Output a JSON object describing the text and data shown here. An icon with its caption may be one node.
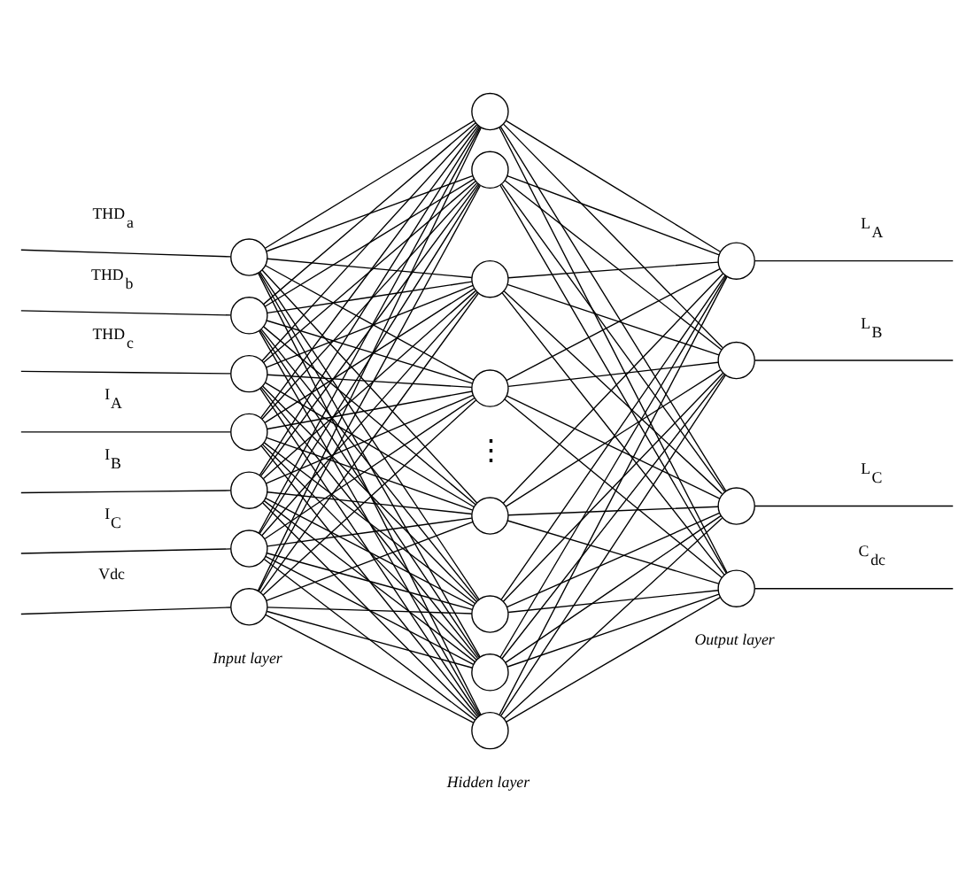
{
  "diagram": {
    "nodes": [
      {
        "text": [],
        "shape": "circle"
      },
      {
        "text": [],
        "shape": "circle"
      },
      {
        "text": [],
        "shape": "circle"
      },
      {
        "text": [],
        "shape": "circle"
      },
      {
        "text": [],
        "shape": "circle"
      },
      {
        "text": [],
        "shape": "circle"
      },
      {
        "text": [],
        "shape": "circle"
      },
      {
        "text": [],
        "shape": "circle"
      },
      {
        "text": [],
        "shape": "circle"
      },
      {
        "text": [],
        "shape": "circle"
      },
      {
        "text": [],
        "shape": "circle"
      },
      {
        "text": [],
        "shape": "circle"
      },
      {
        "text": [],
        "shape": "circle"
      },
      {
        "text": [],
        "shape": "circle"
      },
      {
        "text": [],
        "shape": "circle"
      },
      {
        "text": [],
        "shape": "circle"
      },
      {
        "text": [],
        "shape": "circle"
      },
      {
        "text": [],
        "shape": "circle"
      },
      {
        "text": [],
        "shape": "circle"
      }
    ],
    "edges": [
      {
        "from": null,
        "to": 0,
        "arrow": "none",
        "label": "THD$_{a}$"
      },
      {
        "from": null,
        "to": 1,
        "arrow": "none",
        "label": "THD$_{b}$"
      },
      {
        "from": null,
        "to": 2,
        "arrow": "none",
        "label": "THD$_{c}$"
      },
      {
        "from": null,
        "to": 3,
        "arrow": "none",
        "label": "I$_{A}$"
      },
      {
        "from": null,
        "to": 4,
        "arrow": "none",
        "label": "I$_{B}$"
      },
      {
        "from": null,
        "to": 5,
        "arrow": "none",
        "label": "I$_{C}$"
      },
      {
        "from": null,
        "to": 6,
        "arrow": "none",
        "label": "Vdc"
      },
      {
        "from": 0,
        "to": 7,
        "arrow": "none"
      },
      {
        "from": 0,
        "to": 8,
        "arrow": "none"
      },
      {
        "from": 0,
        "to": 9,
        "arrow": "none"
      },
      {
        "from": 0,
        "to": 10,
        "arrow": "none"
      },
      {
        "from": 0,
        "to": 11,
        "arrow": "none"
      },
      {
        "from": 0,
        "to": 12,
        "arrow": "none"
      },
      {
        "from": 0,
        "to": 13,
        "arrow": "none"
      },
      {
        "from": 0,
        "to": 14,
        "arrow": "none"
      },
      {
        "from": 1,
        "to": 7,
        "arrow": "none"
      },
      {
        "from": 1,
        "to": 8,
        "arrow": "none"
      },
      {
        "from": 1,
        "to": 9,
        "arrow": "none"
      },
      {
        "from": 1,
        "to": 10,
        "arrow": "none"
      },
      {
        "from": 1,
        "to": 11,
        "arrow": "none"
      },
      {
        "from": 1,
        "to": 12,
        "arrow": "none"
      },
      {
        "from": 1,
        "to": 13,
        "arrow": "none"
      },
      {
        "from": 1,
        "to": 14,
        "arrow": "none"
      },
      {
        "from": 2,
        "to": 7,
        "arrow": "none"
      },
      {
        "from": 2,
        "to": 8,
        "arrow": "none"
      },
      {
        "from": 2,
        "to": 9,
        "arrow": "none"
      },
      {
        "from": 2,
        "to": 10,
        "arrow": "none"
      },
      {
        "from": 2,
        "to": 11,
        "arrow": "none"
      },
      {
        "from": 2,
        "to": 12,
        "arrow": "none"
      },
      {
        "from": 2,
        "to": 13,
        "arrow": "none"
      },
      {
        "from": 2,
        "to": 14,
        "arrow": "none"
      },
      {
        "from": 3,
        "to": 7,
        "arrow": "none"
      },
      {
        "from": 3,
        "to": 8,
        "arrow": "none"
      },
      {
        "from": 3,
        "to": 9,
        "arrow": "none"
      },
      {
        "from": 3,
        "to": 10,
        "arrow": "none"
      },
      {
        "from": 3,
        "to": 11,
        "arrow": "none"
      },
      {
        "from": 3,
        "to": 12,
        "arrow": "none"
      },
      {
        "from": 3,
        "to": 13,
        "arrow": "none"
      },
      {
        "from": 3,
        "to": 14,
        "arrow": "none"
      },
      {
        "from": 4,
        "to": 7,
        "arrow": "none"
      },
      {
        "from": 4,
        "to": 8,
        "arrow": "none"
      },
      {
        "from": 4,
        "to": 9,
        "arrow": "none"
      },
      {
        "from": 4,
        "to": 10,
        "arrow": "none"
      },
      {
        "from": 4,
        "to": 11,
        "arrow": "none"
      },
      {
        "from": 4,
        "to": 12,
        "arrow": "none"
      },
      {
        "from": 4,
        "to": 13,
        "arrow": "none"
      },
      {
        "from": 4,
        "to": 14,
        "arrow": "none"
      },
      {
        "from": 5,
        "to": 7,
        "arrow": "none"
      },
      {
        "from": 5,
        "to": 8,
        "arrow": "none"
      },
      {
        "from": 5,
        "to": 9,
        "arrow": "none"
      },
      {
        "from": 5,
        "to": 10,
        "arrow": "none"
      },
      {
        "from": 5,
        "to": 11,
        "arrow": "none"
      },
      {
        "from": 5,
        "to": 12,
        "arrow": "none"
      },
      {
        "from": 5,
        "to": 13,
        "arrow": "none"
      },
      {
        "from": 5,
        "to": 14,
        "arrow": "none"
      },
      {
        "from": 6,
        "to": 7,
        "arrow": "none"
      },
      {
        "from": 6,
        "to": 8,
        "arrow": "none"
      },
      {
        "from": 6,
        "to": 9,
        "arrow": "none"
      },
      {
        "from": 6,
        "to": 10,
        "arrow": "none"
      },
      {
        "from": 6,
        "to": 11,
        "arrow": "none"
      },
      {
        "from": 6,
        "to": 12,
        "arrow": "none"
      },
      {
        "from": 6,
        "to": 13,
        "arrow": "none"
      },
      {
        "from": 6,
        "to": 14,
        "arrow": "none"
      },
      {
        "from": 7,
        "to": 15,
        "arrow": "none"
      },
      {
        "from": 7,
        "to": 16,
        "arrow": "none"
      },
      {
        "from": 7,
        "to": 17,
        "arrow": "none"
      },
      {
        "from": 7,
        "to": 18,
        "arrow": "none"
      },
      {
        "from": 8,
        "to": 15,
        "arrow": "none"
      },
      {
        "from": 8,
        "to": 16,
        "arrow": "none"
      },
      {
        "from": 8,
        "to": 17,
        "arrow": "none"
      },
      {
        "from": 8,
        "to": 18,
        "arrow": "none"
      },
      {
        "from": 9,
        "to": 15,
        "arrow": "none"
      },
      {
        "from": 9,
        "to": 16,
        "arrow": "none"
      },
      {
        "from": 9,
        "to": 17,
        "arrow": "none"
      },
      {
        "from": 9,
        "to": 18,
        "arrow": "none"
      },
      {
        "from": 10,
        "to": 15,
        "arrow": "none"
      },
      {
        "from": 10,
        "to": 16,
        "arrow": "none"
      },
      {
        "from": 10,
        "to": 17,
        "arrow": "none"
      },
      {
        "from": 10,
        "to": 18,
        "arrow": "none"
      },
      {
        "from": 11,
        "to": 15,
        "arrow": "none"
      },
      {
        "from": 11,
        "to": 16,
        "arrow": "none"
      },
      {
        "from": 11,
        "to": 17,
        "arrow": "none"
      },
      {
        "from": 11,
        "to": 18,
        "arrow": "none"
      },
      {
        "from": 12,
        "to": 15,
        "arrow": "none"
      },
      {
        "from": 12,
        "to": 16,
        "arrow": "none"
      },
      {
        "from": 12,
        "to": 17,
        "arrow": "none"
      },
      {
        "from": 12,
        "to": 18,
        "arrow": "none"
      },
      {
        "from": 13,
        "to": 15,
        "arrow": "none"
      },
      {
        "from": 13,
        "to": 16,
        "arrow": "none"
      },
      {
        "from": 13,
        "to": 17,
        "arrow": "none"
      },
      {
        "from": 13,
        "to": 18,
        "arrow": "none"
      },
      {
        "from": 14,
        "to": 15,
        "arrow": "none"
      },
      {
        "from": 14,
        "to": 16,
        "arrow": "none"
      },
      {
        "from": 14,
        "to": 17,
        "arrow": "none"
      },
      {
        "from": 14,
        "to": 18,
        "arrow": "none"
      },
      {
        "from": 15,
        "to": null,
        "arrow": "none",
        "label": "L$_{A}$"
      },
      {
        "from": 16,
        "to": null,
        "arrow": "none",
        "label": "L$_{B}$"
      },
      {
        "from": 17,
        "to": null,
        "arrow": "none",
        "label": "L$_{C}$"
      },
      {
        "from": 18,
        "to": null,
        "arrow": "none",
        "label": "C$_{dc}$"
      }
    ],
    "labels": [
      "⋮",
      "Input layer",
      "Hidden layer",
      "Output layer"
    ]
  }
}
